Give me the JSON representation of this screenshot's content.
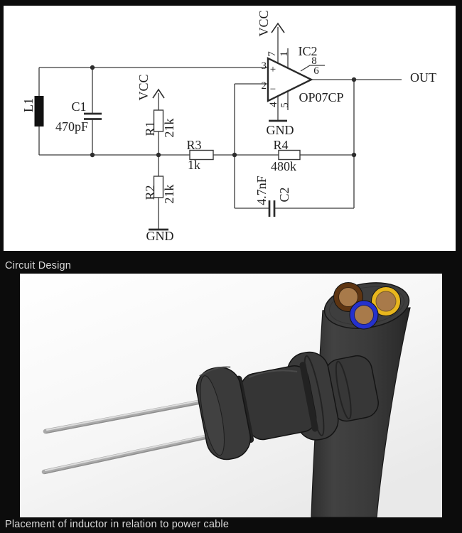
{
  "post": {
    "captions": {
      "circuit": "Circuit Design",
      "placement": "Placement of inductor in relation to power cable"
    }
  },
  "schematic": {
    "l1": "L1",
    "c1": "C1",
    "c1_value": "470pF",
    "vcc_left": "VCC",
    "r1": "R1",
    "r1_value": "21k",
    "r2": "R2",
    "r2_value": "21k",
    "gnd_left": "GND",
    "r3": "R3",
    "r3_value": "1k",
    "r4": "R4",
    "r4_value": "480k",
    "c2": "C2",
    "c2_value": "4.7nF",
    "vcc_opamp": "VCC",
    "ic_ref": "IC2",
    "ic_part": "OP07CP",
    "gnd_opamp": "GND",
    "out": "OUT",
    "pin3": "3",
    "pin2": "2",
    "pin7": "7",
    "pin1": "1",
    "pin8": "8",
    "pin6": "6",
    "pin4": "4",
    "pin5": "5",
    "plus": "+",
    "minus": "−"
  },
  "photo": {
    "colors": {
      "ring_brown": "#5e3512",
      "ring_yellow": "#e8b61d",
      "ring_blue": "#2531cd",
      "core_tan": "#a87a4a"
    }
  }
}
